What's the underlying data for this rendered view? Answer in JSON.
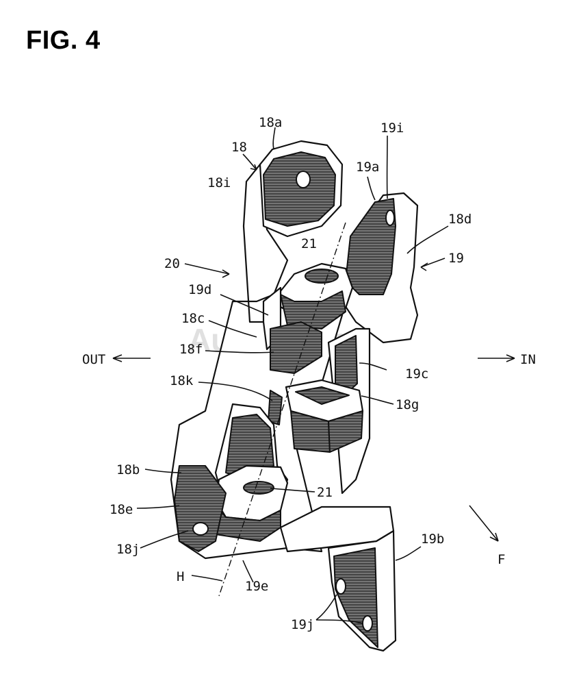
{
  "figure": {
    "title": "FIG. 4"
  },
  "labels": {
    "l18a": "18a",
    "l18": "18",
    "l19i": "19i",
    "l18i": "18i",
    "l19a": "19a",
    "l18d": "18d",
    "l21_top": "21",
    "l19": "19",
    "l20": "20",
    "l19d": "19d",
    "l18c": "18c",
    "l18f": "18f",
    "lOUT": "OUT",
    "lIN": "IN",
    "l19c": "19c",
    "l18k": "18k",
    "l18g": "18g",
    "l18b": "18b",
    "l21_bottom": "21",
    "l18e": "18e",
    "l19b": "19b",
    "l18j": "18j",
    "lF": "F",
    "lH": "H",
    "l19e": "19e",
    "l19j": "19j"
  }
}
